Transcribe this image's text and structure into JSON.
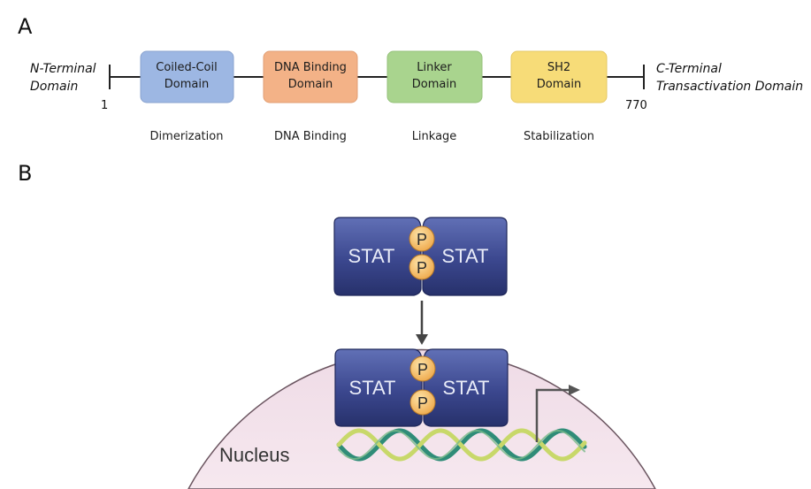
{
  "panel_a": {
    "label": "A",
    "n_terminal": {
      "line1": "N-Terminal",
      "line2": "Domain",
      "position": "1"
    },
    "c_terminal": {
      "line1": "C-Terminal",
      "line2": "Transactivation Domain",
      "position": "770"
    },
    "domains": [
      {
        "line1": "Coiled-Coil",
        "line2": "Domain",
        "function": "Dimerization",
        "color": "#9db7e3"
      },
      {
        "line1": "DNA Binding",
        "line2": "Domain",
        "function": "DNA Binding",
        "color": "#f3b287"
      },
      {
        "line1": "Linker",
        "line2": "Domain",
        "function": "Linkage",
        "color": "#a9d48e"
      },
      {
        "line1": "SH2",
        "line2": "Domain",
        "function": "Stabilization",
        "color": "#f7dc78"
      }
    ]
  },
  "panel_b": {
    "label": "B",
    "stat_label": "STAT",
    "phospho_label": "P",
    "nucleus_label": "Nucleus",
    "colors": {
      "stat": "#3d4a8f",
      "phospho": "#f4b860",
      "nucleus": "#f2e1ea",
      "dna_a": "#2f8c78",
      "dna_b": "#c8d86a"
    }
  }
}
